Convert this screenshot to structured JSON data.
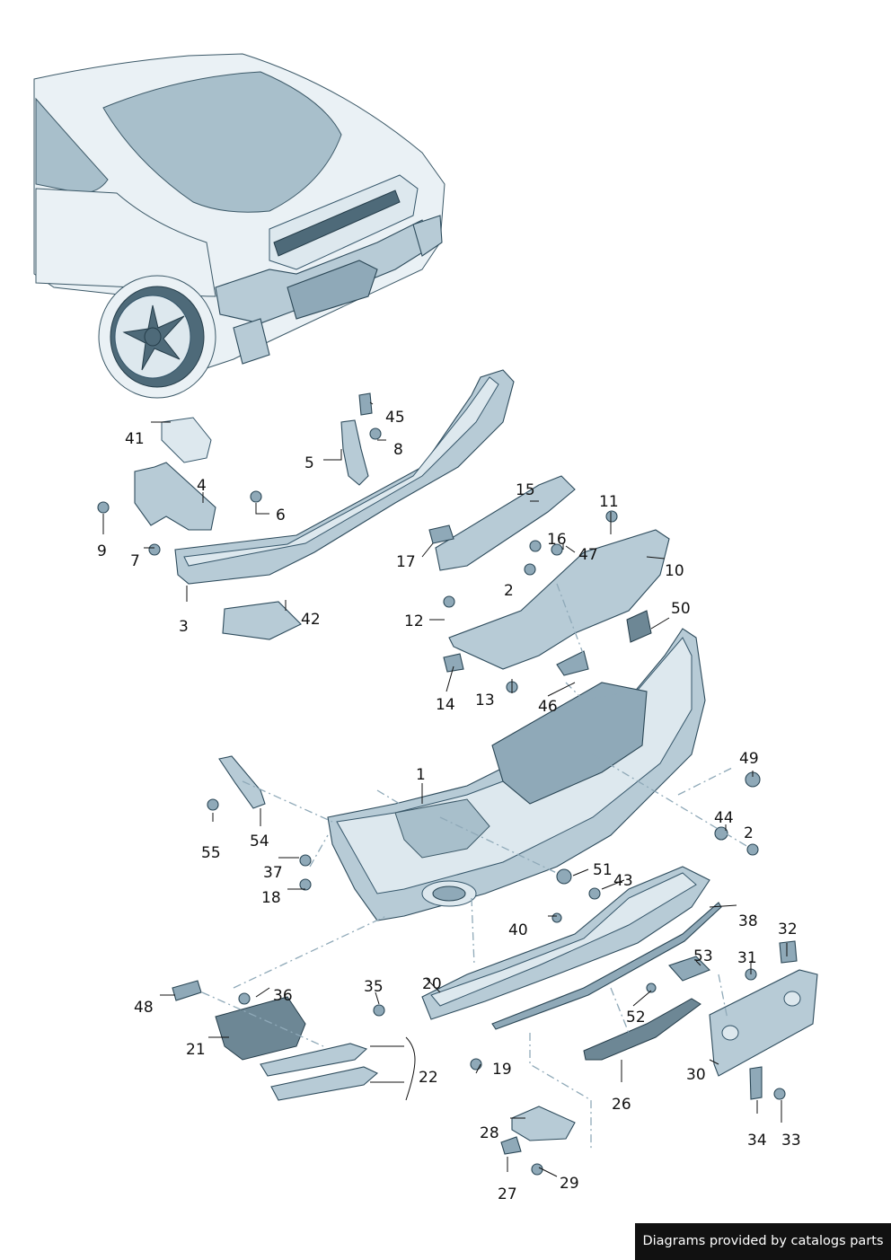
{
  "callouts": [
    "1",
    "2",
    "3",
    "4",
    "5",
    "6",
    "7",
    "8",
    "9",
    "10",
    "11",
    "12",
    "13",
    "14",
    "15",
    "16",
    "17",
    "18",
    "19",
    "20",
    "21",
    "22",
    "26",
    "27",
    "28",
    "29",
    "30",
    "31",
    "32",
    "33",
    "34",
    "35",
    "36",
    "37",
    "38",
    "40",
    "41",
    "42",
    "43",
    "44",
    "45",
    "46",
    "47",
    "48",
    "49",
    "50",
    "51",
    "52",
    "53",
    "54",
    "55"
  ],
  "footer": {
    "text": "Diagrams provided by catalogs parts"
  },
  "colors": {
    "part": "#b7cbd6",
    "part_dark": "#8fa9b8",
    "outline": "#2d4b5c",
    "footer_bg": "#111111"
  }
}
